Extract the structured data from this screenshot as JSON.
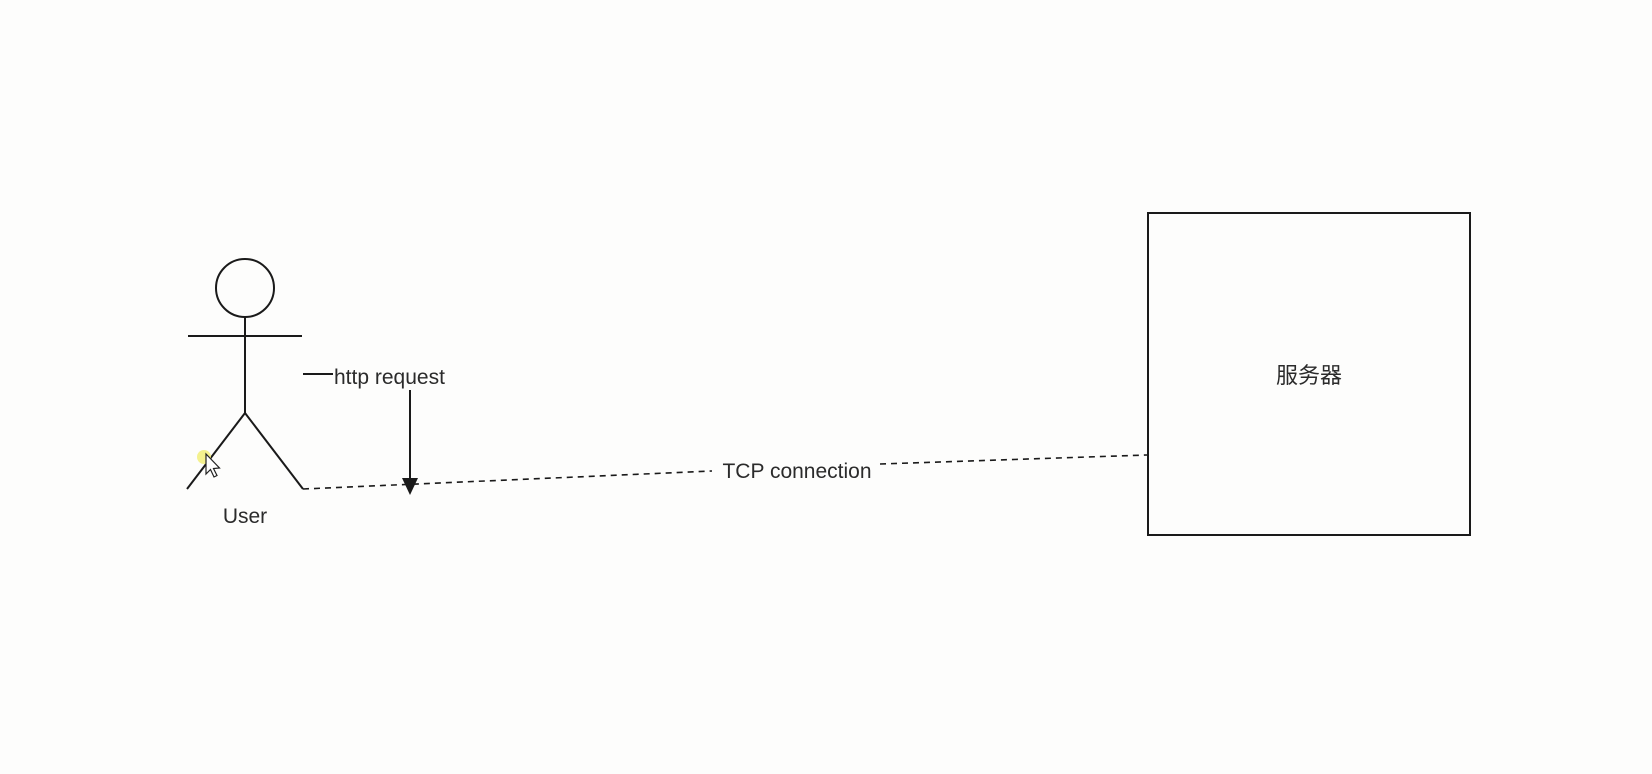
{
  "diagram": {
    "actor": {
      "label": "User",
      "icon": "stick-figure-icon"
    },
    "request_edge": {
      "label": "http request"
    },
    "connection_edge": {
      "label": "TCP connection",
      "style": "dashed"
    },
    "server": {
      "label": "服务器"
    },
    "colors": {
      "stroke": "#1a1a1a",
      "background": "#fdfdfc",
      "cursor_highlight": "#f2ef7a"
    }
  }
}
